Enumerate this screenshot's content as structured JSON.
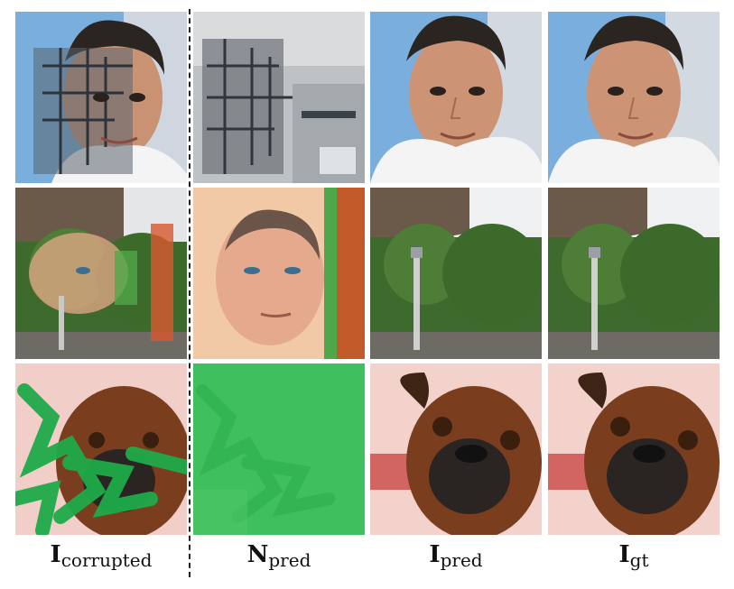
{
  "columns": [
    {
      "symbol": "I",
      "subscript": "corrupted"
    },
    {
      "symbol": "N",
      "subscript": "pred"
    },
    {
      "symbol": "I",
      "subscript": "pred"
    },
    {
      "symbol": "I",
      "subscript": "gt"
    }
  ],
  "rows": [
    {
      "subject": "man-portrait",
      "corruption": "industrial-scene-overlay"
    },
    {
      "subject": "house-with-trees",
      "corruption": "face-overlay"
    },
    {
      "subject": "dog-portrait",
      "corruption": "green-scribble"
    }
  ],
  "colors": {
    "background": "#ffffff",
    "text": "#111111",
    "divider": "#222222"
  }
}
